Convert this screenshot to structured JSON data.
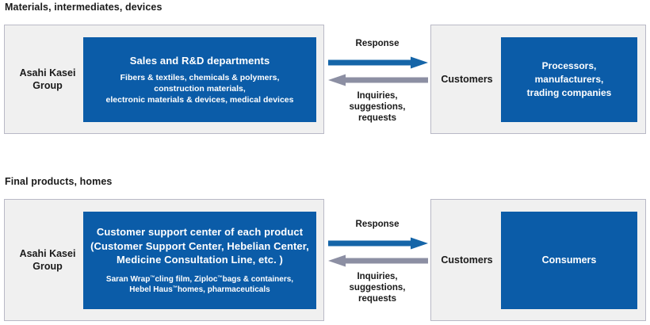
{
  "page": {
    "background": "#ffffff",
    "accent_blue": "#0B5CA8",
    "arrow_blue": "#1565A8",
    "arrow_gray": "#8C8FA3",
    "panel_gray": "#f0f0f0",
    "panel_border": "#b9b9c6"
  },
  "diagrams": [
    {
      "id": "materials",
      "title": "Materials, intermediates, devices",
      "left_panel": {
        "group_label": "Asahi Kasei\nGroup",
        "group_label_line1": "Asahi Kasei",
        "group_label_line2": "Group",
        "blue_box": {
          "heading": "Sales and R&D departments",
          "sub_line1": "Fibers & textiles, chemicals & polymers,",
          "sub_line2": "construction materials,",
          "sub_line3": "electronic materials & devices, medical devices"
        }
      },
      "arrows": {
        "response_label": "Response",
        "inquiries_line1": "Inquiries,",
        "inquiries_line2": "suggestions,",
        "inquiries_line3": "requests"
      },
      "right_panel": {
        "customers_label": "Customers",
        "blue_box": {
          "line1": "Processors,",
          "line2": "manufacturers,",
          "line3": "trading companies"
        }
      }
    },
    {
      "id": "final",
      "title": "Final products, homes",
      "left_panel": {
        "group_label_line1": "Asahi Kasei",
        "group_label_line2": "Group",
        "blue_box": {
          "heading_line1": "Customer support center of each product",
          "heading_line2": "(Customer Support Center, Hebelian Center,",
          "heading_line3": "Medicine Consultation Line, etc. )",
          "sub_line1_a": "Saran Wrap",
          "sub_line1_tm": "™",
          "sub_line1_b": "cling film, Ziploc",
          "sub_line1_tm2": "™",
          "sub_line1_c": "bags & containers,",
          "sub_line2_a": "Hebel Haus",
          "sub_line2_tm": "™",
          "sub_line2_b": "homes, pharmaceuticals"
        }
      },
      "arrows": {
        "response_label": "Response",
        "inquiries_line1": "Inquiries,",
        "inquiries_line2": "suggestions,",
        "inquiries_line3": "requests"
      },
      "right_panel": {
        "customers_label": "Customers",
        "blue_box": {
          "line1": "Consumers"
        }
      }
    }
  ]
}
